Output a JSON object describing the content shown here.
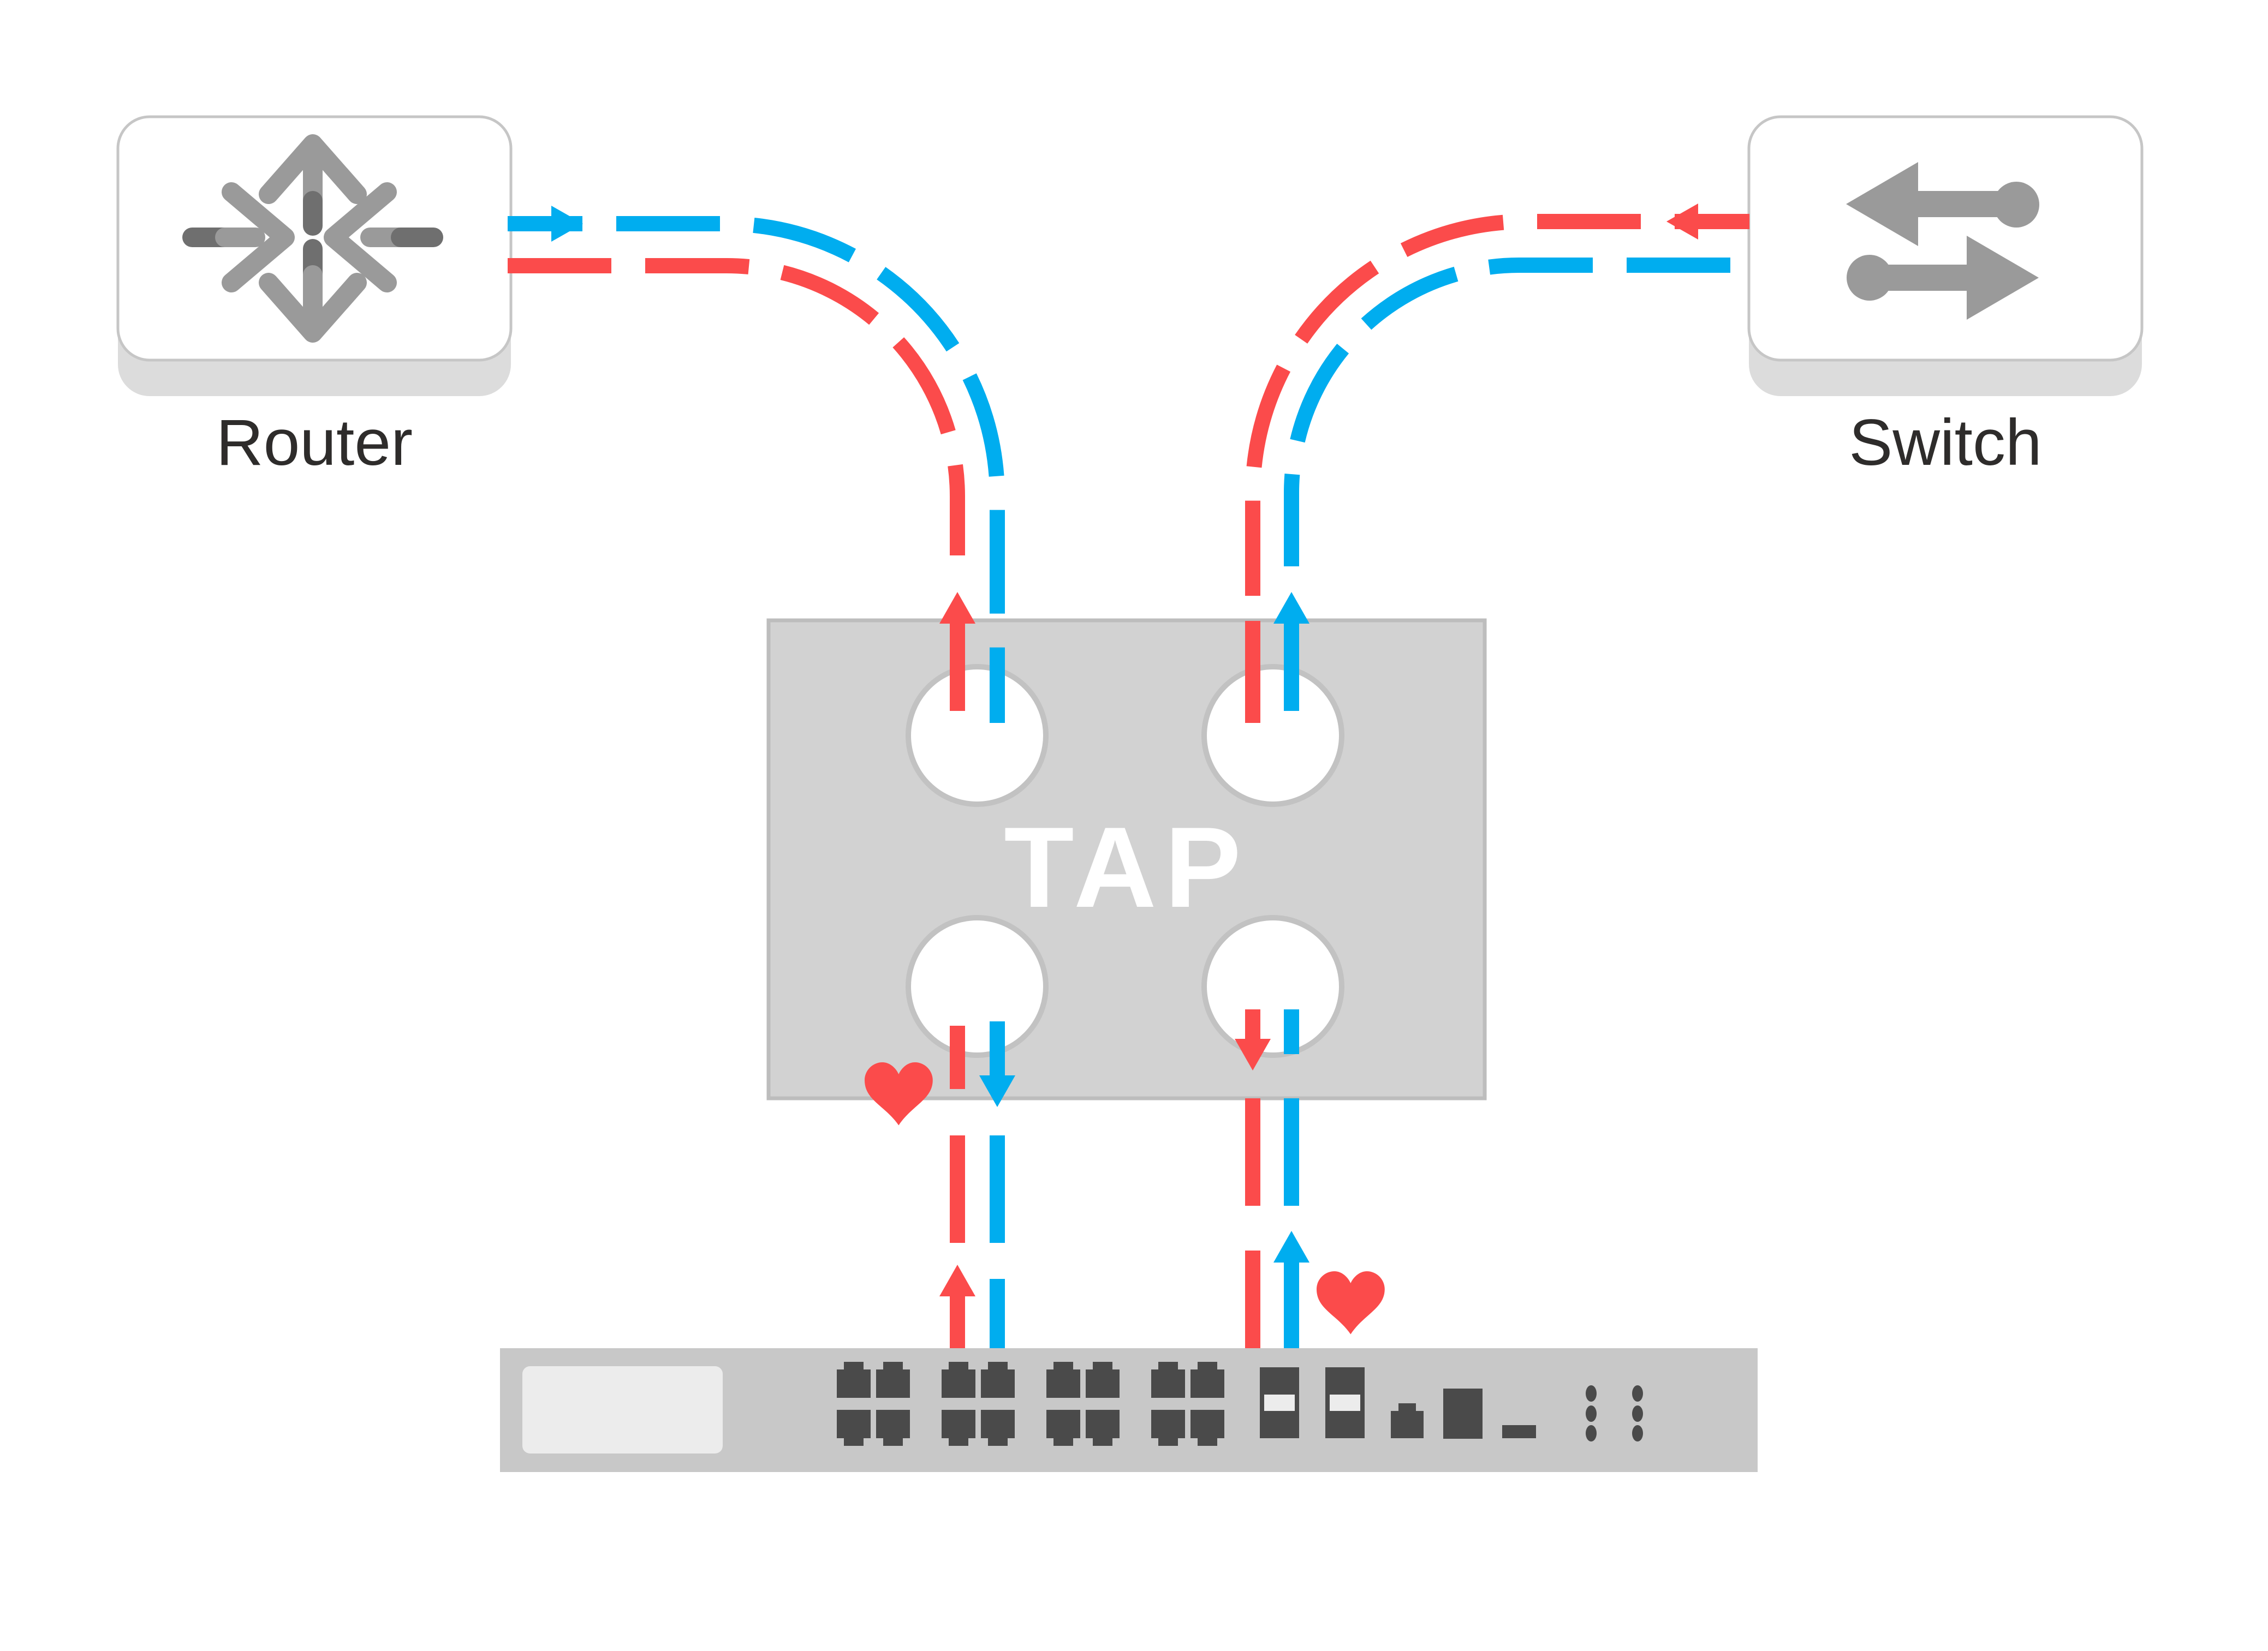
{
  "router": {
    "label": "Router"
  },
  "switch": {
    "label": "Switch"
  },
  "tap": {
    "label": "TAP",
    "port_count": 4
  },
  "appliance": {
    "rj45_port_count": 16,
    "sfp_slot_count": 2,
    "small_port_count": 3,
    "led_dot_count": 6
  },
  "hearts": {
    "count": 2
  },
  "flows": {
    "blue_line_color": "#00ADEF",
    "red_line_color": "#FB4B4B"
  },
  "colors": {
    "red": "#FB4B4B",
    "blue": "#00ADEF",
    "node_fill": "#FFFFFF",
    "node_border": "#C6C6C6",
    "node_base": "#DCDCDC",
    "icon_gray": "#9A9A9A",
    "icon_gray_dark": "#6F6F6F",
    "tap_fill": "#D2D2D2",
    "tap_border": "#BDBDBD",
    "port_ring": "#C2C2C2",
    "tap_text": "#FFFFFF",
    "appliance_fill": "#C8C8C8",
    "appliance_panel": "#ECECEC",
    "appliance_port": "#4A4A4A",
    "label_text": "#2E2C2B"
  }
}
